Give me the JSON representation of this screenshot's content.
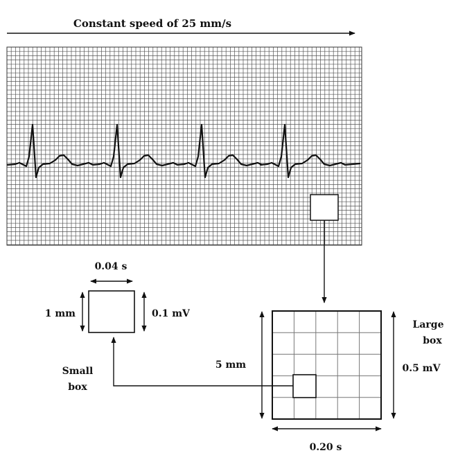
{
  "labels": {
    "speed": "Constant speed of 25 mm/s",
    "small_width": "0.04 s",
    "small_height": "1 mm",
    "small_voltage": "0.1 mV",
    "small_box_line1": "Small",
    "small_box_line2": "box",
    "large_height": "5 mm",
    "large_voltage": "0.5 mV",
    "large_width": "0.20 s",
    "large_box_line1": "Large",
    "large_box_line2": "box"
  }
}
